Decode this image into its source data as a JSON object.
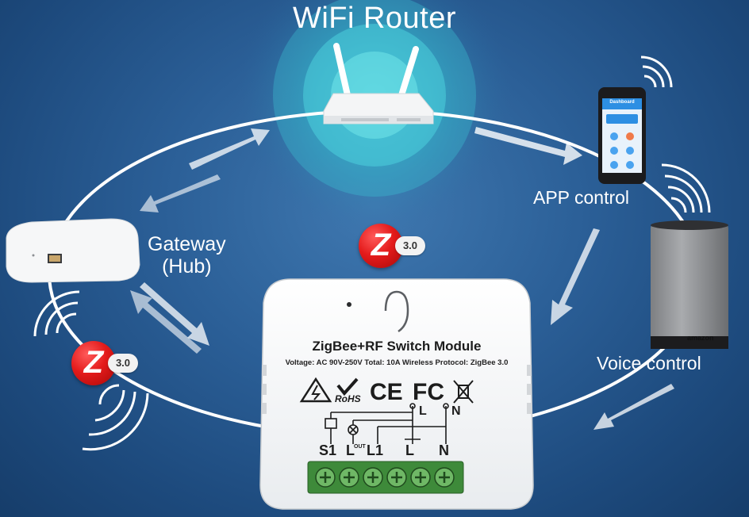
{
  "title": "WiFi Router",
  "labels": {
    "app": "APP control",
    "gateway_line1": "Gateway",
    "gateway_line2": "(Hub)",
    "voice": "Voice control"
  },
  "zigbee_badge": {
    "letter": "Z",
    "version": "3.0"
  },
  "module": {
    "title": "ZigBee+RF Switch Module",
    "spec": "Voltage: AC 90V-250V  Total: 10A  Wireless Protocol: ZigBee 3.0",
    "certs": [
      "RoHS",
      "CE",
      "FC"
    ],
    "terminals": [
      "S1",
      "L",
      "L1",
      "L",
      "N"
    ],
    "out_label": "OUT",
    "wiring_top": [
      "L",
      "N"
    ]
  },
  "speaker_brand": "amazon",
  "phone_screen": "Dashboard",
  "colors": {
    "background": "#2b5f97",
    "ring": "#ffffff",
    "zigbee_red": "#e41b1b",
    "terminal_green": "#3e8a3a"
  }
}
